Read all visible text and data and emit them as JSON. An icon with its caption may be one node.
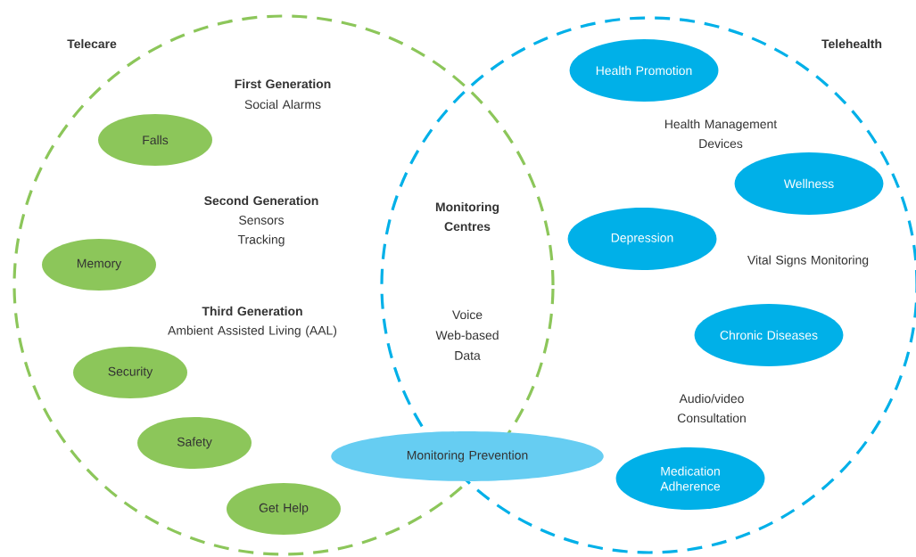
{
  "diagram": {
    "nodes": [
      {
        "text": [
          "Telecare"
        ]
      },
      {
        "text": [
          "Telehealth"
        ]
      },
      {
        "text": [
          "Falls"
        ],
        "in": 0
      },
      {
        "text": [
          "Memory"
        ],
        "in": 0
      },
      {
        "text": [
          "Security"
        ],
        "in": 0
      },
      {
        "text": [
          "Safety"
        ],
        "in": 0
      },
      {
        "text": [
          "Get Help"
        ],
        "in": 0
      },
      {
        "text": [
          "Health Promotion"
        ],
        "in": 1
      },
      {
        "text": [
          "Wellness"
        ],
        "in": 1
      },
      {
        "text": [
          "Depression"
        ],
        "in": 1
      },
      {
        "text": [
          "Chronic Diseases"
        ],
        "in": 1
      },
      {
        "text": [
          "Medication Adherence"
        ],
        "in": 1
      },
      {
        "text": [
          "Monitoring Prevention"
        ]
      }
    ],
    "labels": [
      "First Generation",
      "Social Alarms",
      "Second Generation",
      "Sensors",
      "Tracking",
      "Third Generation",
      "Ambient Assisted Living (AAL)",
      "Monitoring Centres",
      "Voice",
      "Web-based",
      "Data",
      "Health Management Devices",
      "Vital Signs Monitoring",
      "Audio/video Consultation"
    ]
  }
}
